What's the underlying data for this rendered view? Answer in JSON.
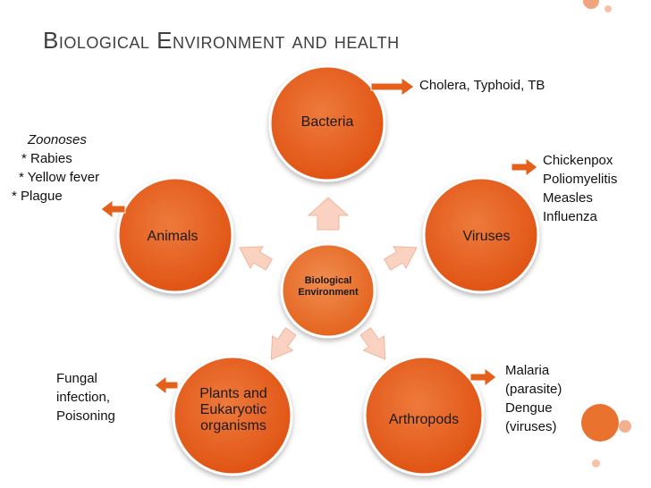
{
  "title": "Biological Environment and health",
  "center": {
    "label": "Biological Environment"
  },
  "nodes": {
    "bacteria": "Bacteria",
    "viruses": "Viruses",
    "arthropods": "Arthropods",
    "plants": "Plants and Eukaryotic organisms",
    "animals": "Animals"
  },
  "notes": {
    "bacteria": "Cholera, Typhoid, TB",
    "viruses": [
      "Chickenpox",
      "Poliomyelitis",
      "Measles",
      "Influenza"
    ],
    "arthropods": [
      "Malaria",
      "(parasite)",
      "Dengue",
      "(viruses)"
    ],
    "plants": [
      "Fungal",
      "infection,",
      "Poisoning"
    ],
    "animals": [
      "Zoonoses",
      "*  Rabies",
      " * Yellow fever",
      "*   Plague"
    ]
  },
  "colors": {
    "node_fill": "#e5601a",
    "node_stroke": "#ffffff",
    "center_fill": "#e9732c",
    "connector_fill": "#f9d2c1",
    "note_arrow": "#e5601a",
    "title": "#3f3f3f",
    "deco_orange": "#f1a57f",
    "deco_orange_dark": "#e9722f"
  }
}
